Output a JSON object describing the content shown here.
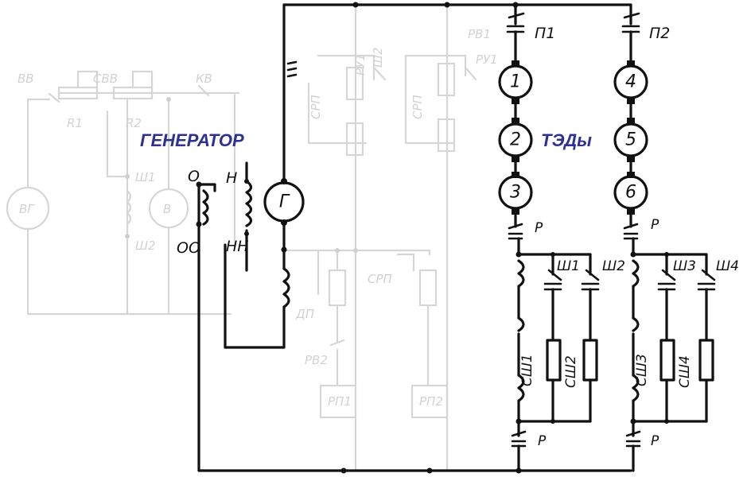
{
  "titles": {
    "generator": "ГЕНЕРАТОР",
    "traction_motors": "ТЭДы"
  },
  "colors": {
    "title": "#2d3192",
    "wire": "#111111",
    "faded": "#d6d6d6"
  },
  "generator": {
    "symbol": "Г",
    "terminal_o": "О",
    "terminal_oo": "ОО",
    "terminal_n": "Н",
    "terminal_nn": "НН"
  },
  "contactors": {
    "p1": "П1",
    "p2": "П2",
    "r_top_a": "Р",
    "r_top_b": "Р",
    "r_bottom_a": "Р",
    "r_bottom_b": "Р"
  },
  "motors": [
    "1",
    "2",
    "3",
    "4",
    "5",
    "6"
  ],
  "shunt_contactors": {
    "sh1": "Ш1",
    "sh2": "Ш2",
    "sh3": "Ш3",
    "sh4": "Ш4"
  },
  "resistors": {
    "ssh1": "СШ1",
    "ssh2": "СШ2",
    "ssh3": "СШ3",
    "ssh4": "СШ4"
  },
  "faded_labels": {
    "vv": "ВВ",
    "svv": "СВВ",
    "kv": "КВ",
    "r1": "R1",
    "r2": "R2",
    "vg": "ВГ",
    "v": "В",
    "sh1_exc": "Ш1",
    "sh2_exc": "Ш2",
    "rv1": "РВ1",
    "ru1_a": "РУ1",
    "ru1_b": "РУ1",
    "sh2_a": "Ш2",
    "srp_a": "СРП",
    "srp_b": "СРП",
    "srp_c": "СРП",
    "dp": "ДП",
    "rv2": "РВ2",
    "rp1": "РП1",
    "rp2": "РП2"
  }
}
